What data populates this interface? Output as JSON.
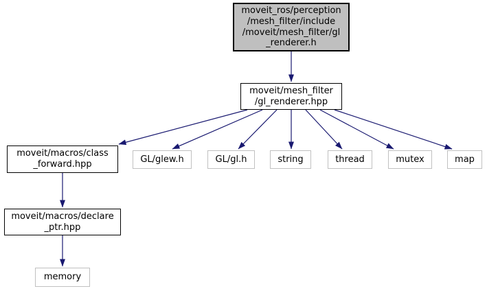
{
  "colors": {
    "edge": "#191970",
    "root-fill": "#bfbfbf",
    "border-strong": "#000000",
    "border-light": "#c0c0c0",
    "text": "#000000",
    "background": "#ffffff"
  },
  "diagram": {
    "type": "include-dependency-graph",
    "nodes": [
      {
        "id": "gl_renderer_h",
        "label": "moveit_ros/perception\n/mesh_filter/include\n/moveit/mesh_filter/gl\n_renderer.h",
        "role": "root"
      },
      {
        "id": "gl_renderer_hpp",
        "label": "moveit/mesh_filter\n/gl_renderer.hpp",
        "role": "project-header"
      },
      {
        "id": "class_forward_hpp",
        "label": "moveit/macros/class\n_forward.hpp",
        "role": "project-header"
      },
      {
        "id": "glew_h",
        "label": "GL/glew.h",
        "role": "system-header"
      },
      {
        "id": "gl_h",
        "label": "GL/gl.h",
        "role": "system-header"
      },
      {
        "id": "string",
        "label": "string",
        "role": "system-header"
      },
      {
        "id": "thread",
        "label": "thread",
        "role": "system-header"
      },
      {
        "id": "mutex",
        "label": "mutex",
        "role": "system-header"
      },
      {
        "id": "map",
        "label": "map",
        "role": "system-header"
      },
      {
        "id": "declare_ptr_hpp",
        "label": "moveit/macros/declare\n_ptr.hpp",
        "role": "project-header"
      },
      {
        "id": "memory",
        "label": "memory",
        "role": "system-header"
      }
    ],
    "edges": [
      {
        "from": "gl_renderer_h",
        "to": "gl_renderer_hpp"
      },
      {
        "from": "gl_renderer_hpp",
        "to": "class_forward_hpp"
      },
      {
        "from": "gl_renderer_hpp",
        "to": "glew_h"
      },
      {
        "from": "gl_renderer_hpp",
        "to": "gl_h"
      },
      {
        "from": "gl_renderer_hpp",
        "to": "string"
      },
      {
        "from": "gl_renderer_hpp",
        "to": "thread"
      },
      {
        "from": "gl_renderer_hpp",
        "to": "mutex"
      },
      {
        "from": "gl_renderer_hpp",
        "to": "map"
      },
      {
        "from": "class_forward_hpp",
        "to": "declare_ptr_hpp"
      },
      {
        "from": "declare_ptr_hpp",
        "to": "memory"
      }
    ]
  }
}
